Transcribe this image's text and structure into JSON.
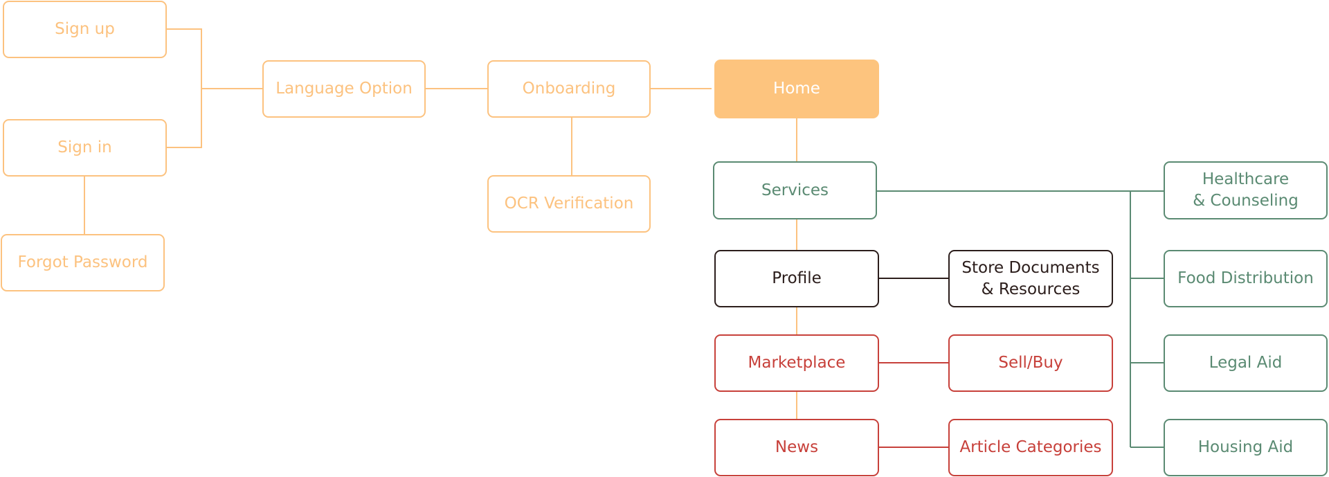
{
  "colors": {
    "orange": "#fcc27f",
    "green": "#5a8a72",
    "dark": "#2b1d1b",
    "red": "#c7403a",
    "home_fill": "#fdc47e"
  },
  "nodes": {
    "sign_up": "Sign up",
    "sign_in": "Sign in",
    "forgot_password": "Forgot Password",
    "language_option": "Language Option",
    "onboarding": "Onboarding",
    "ocr_verification": "OCR Verification",
    "home": "Home",
    "services": "Services",
    "profile": "Profile",
    "store_documents": "Store Documents\n& Resources",
    "marketplace": "Marketplace",
    "sell_buy": "Sell/Buy",
    "news": "News",
    "article_categories": "Article Categories",
    "healthcare": "Healthcare\n& Counseling",
    "food_distribution": "Food Distribution",
    "legal_aid": "Legal Aid",
    "housing_aid": "Housing Aid"
  }
}
